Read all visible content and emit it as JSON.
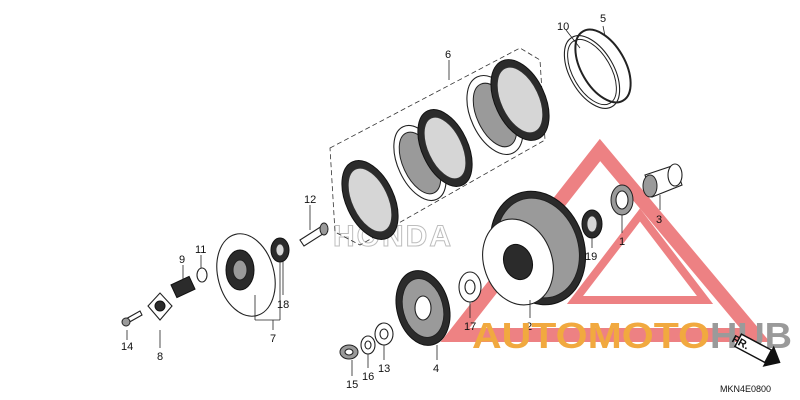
{
  "diagram": {
    "code": "MKN4E0800",
    "direction_label": "FR.",
    "callouts": [
      "1",
      "2",
      "3",
      "4",
      "5",
      "6",
      "7",
      "8",
      "9",
      "10",
      "11",
      "12",
      "13",
      "14",
      "15",
      "16",
      "17",
      "18",
      "19"
    ]
  },
  "watermark": {
    "brand_part1": "AUTOMOTO",
    "brand_part2": "HUB",
    "background_mark": "HONDA",
    "colors": {
      "triangle": "#e8585a",
      "brand_orange": "#f1a93f",
      "brand_grey": "#9a9a9a"
    }
  }
}
